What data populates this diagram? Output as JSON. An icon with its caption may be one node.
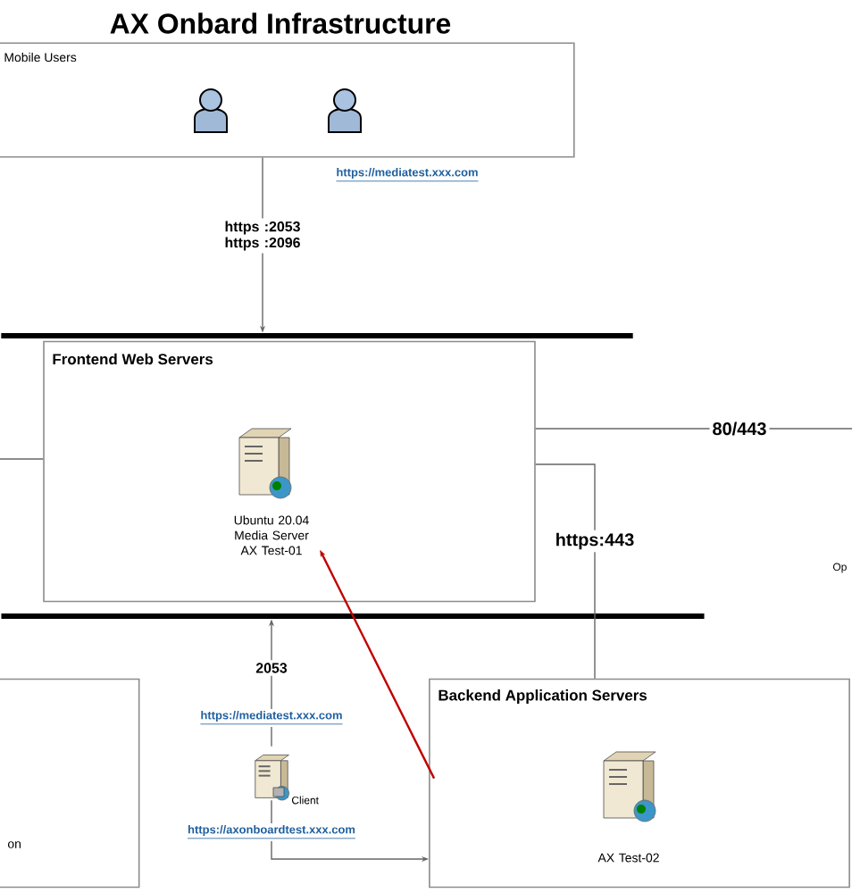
{
  "diagram": {
    "title": "AX Onbard Infrastructure",
    "nodes": [
      {
        "text": [
          "Mobile Users"
        ]
      },
      {
        "text": [],
        "shape": "person",
        "in": 0
      },
      {
        "text": [],
        "shape": "person",
        "in": 0
      },
      {
        "text": [],
        "shape": "bar"
      },
      {
        "text": [
          "Frontend Web Servers"
        ]
      },
      {
        "text": [
          "Ubuntu 20.04 Media Server AX Test-01"
        ],
        "in": 4
      },
      {
        "text": [],
        "shape": "bar"
      },
      {
        "text": [
          "on"
        ]
      },
      {
        "text": [
          "Client"
        ]
      },
      {
        "text": [
          "Backend Application Servers"
        ]
      },
      {
        "text": [
          "AX Test-02"
        ],
        "in": 9
      }
    ],
    "edges": [
      {
        "from": 0,
        "to": 3,
        "arrow": "to",
        "label": "https :2053 https :2096"
      },
      {
        "from": 4,
        "to": null,
        "arrow": "none",
        "label": "80/443"
      },
      {
        "from": 4,
        "to": 9,
        "arrow": "none",
        "label": "https:443"
      },
      {
        "from": 8,
        "to": 6,
        "arrow": "to",
        "label": "2053"
      },
      {
        "from": 8,
        "to": 9,
        "arrow": "to"
      },
      {
        "from": 9,
        "to": 5,
        "arrow": "to",
        "color": "#c00000"
      },
      {
        "from": null,
        "to": 4,
        "arrow": "none"
      }
    ],
    "labels": [
      "https://mediatest.xxx.com",
      "Op",
      "https://mediatest.xxx.com",
      "https://axonboardtest.xxx.com"
    ]
  }
}
